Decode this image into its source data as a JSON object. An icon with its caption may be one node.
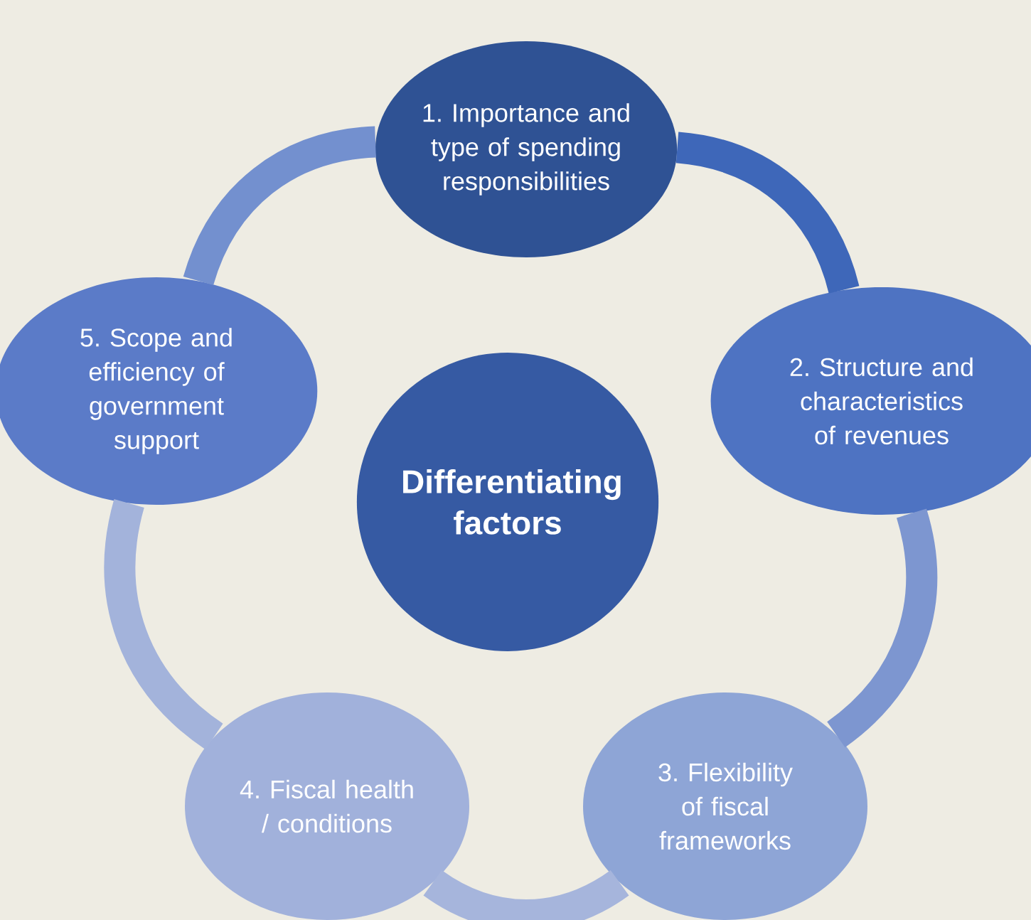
{
  "diagram": {
    "nodes": [
      {
        "text": [
          "Differentiating factors"
        ]
      },
      {
        "text": [
          "1. Importance and type of spending responsibilities"
        ]
      },
      {
        "text": [
          "2. Structure and characteristics of revenues"
        ]
      },
      {
        "text": [
          "3. Flexibility of fiscal frameworks"
        ]
      },
      {
        "text": [
          "4. Fiscal health / conditions"
        ]
      },
      {
        "text": [
          "5. Scope and efficiency of government support"
        ]
      }
    ],
    "edges": [
      {
        "from": 1,
        "to": 2,
        "arrow": "none",
        "color": "#3e67b9"
      },
      {
        "from": 2,
        "to": 3,
        "arrow": "none",
        "color": "#7d96d0"
      },
      {
        "from": 3,
        "to": 4,
        "arrow": "none",
        "color": "#a6b5dc"
      },
      {
        "from": 4,
        "to": 5,
        "arrow": "none",
        "color": "#a3b3db"
      },
      {
        "from": 5,
        "to": 1,
        "arrow": "none",
        "color": "#7390cf"
      }
    ]
  }
}
